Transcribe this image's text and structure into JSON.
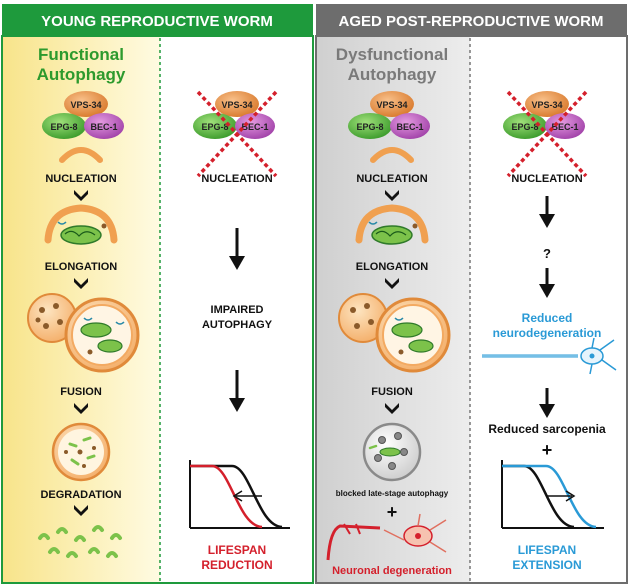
{
  "panels": {
    "young_header": "YOUNG REPRODUCTIVE WORM",
    "aged_header": "AGED POST-REPRODUCTIVE WORM"
  },
  "young": {
    "title_line1": "Functional",
    "title_line2": "Autophagy",
    "complex": {
      "vps34": "VPS-34",
      "epg8": "EPG-8",
      "bec1": "BEC-1"
    },
    "steps": [
      "NUCLEATION",
      "ELONGATION",
      "FUSION",
      "DEGRADATION"
    ]
  },
  "young_impaired": {
    "complex": {
      "vps34": "VPS-34",
      "epg8": "EPG-8",
      "bec1": "BEC-1"
    },
    "nucleation": "NUCLEATION",
    "middle_line1": "IMPAIRED",
    "middle_line2": "AUTOPHAGY",
    "outcome_line1": "LIFESPAN",
    "outcome_line2": "REDUCTION"
  },
  "aged": {
    "title_line1": "Dysfunctional",
    "title_line2": "Autophagy",
    "complex": {
      "vps34": "VPS-34",
      "epg8": "EPG-8",
      "bec1": "BEC-1"
    },
    "steps": [
      "NUCLEATION",
      "ELONGATION",
      "FUSION"
    ],
    "blocked": "blocked late-stage autophagy",
    "plus": "+",
    "neuronal": "Neuronal degeneration"
  },
  "aged_impaired": {
    "complex": {
      "vps34": "VPS-34",
      "epg8": "EPG-8",
      "bec1": "BEC-1"
    },
    "nucleation": "NUCLEATION",
    "question": "?",
    "neuro_line1": "Reduced",
    "neuro_line2": "neurodegeneration",
    "sarcopenia": "Reduced sarcopenia",
    "plus": "+",
    "outcome_line1": "LIFESPAN",
    "outcome_line2": "EXTENSION"
  },
  "colors": {
    "green_header": "#1e9a3c",
    "gray_header": "#6d6d6d",
    "young_bg": "#fdf3a8",
    "aged_bg": "#e2e2e2",
    "title_green": "#2d9a2d",
    "title_gray": "#7a7a7a",
    "red": "#d4202c",
    "blue": "#2a9ad6",
    "orange": "#f0a050"
  }
}
